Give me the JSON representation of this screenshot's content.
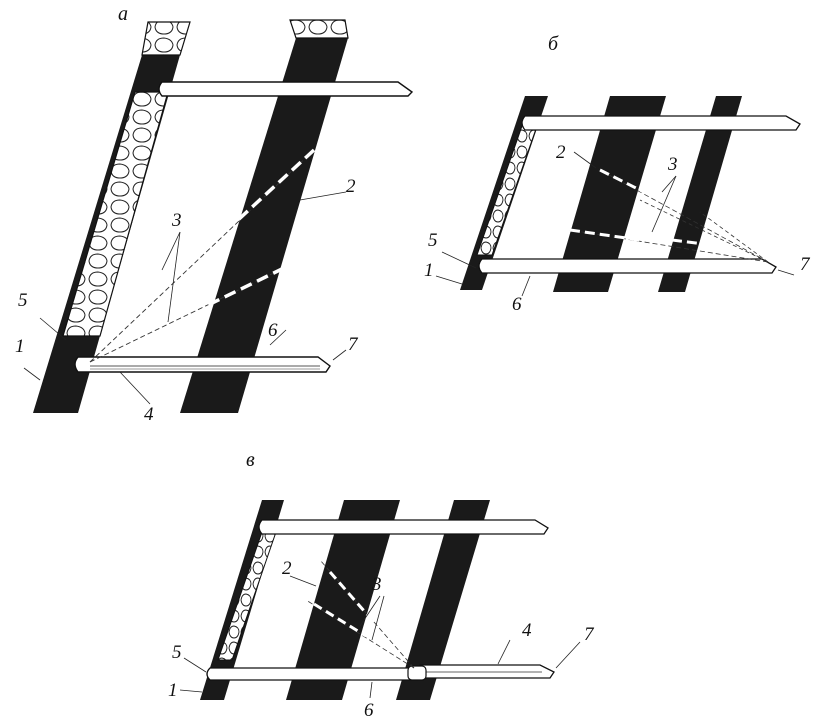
{
  "panels": {
    "a": {
      "title": "a",
      "labels": {
        "n1": "1",
        "n2": "2",
        "n3": "3",
        "n4": "4",
        "n5": "5",
        "n6": "6",
        "n7": "7"
      }
    },
    "b": {
      "title": "б",
      "labels": {
        "n1": "1",
        "n2": "2",
        "n3": "3",
        "n5": "5",
        "n6": "6",
        "n7": "7"
      }
    },
    "c": {
      "title": "в",
      "labels": {
        "n1": "1",
        "n2": "2",
        "n3": "3",
        "n4": "4",
        "n5": "5",
        "n6": "6",
        "n7": "7"
      }
    }
  },
  "colors": {
    "seam": "#1a1a1a",
    "fill": "#ffffff",
    "outline": "#111111"
  }
}
